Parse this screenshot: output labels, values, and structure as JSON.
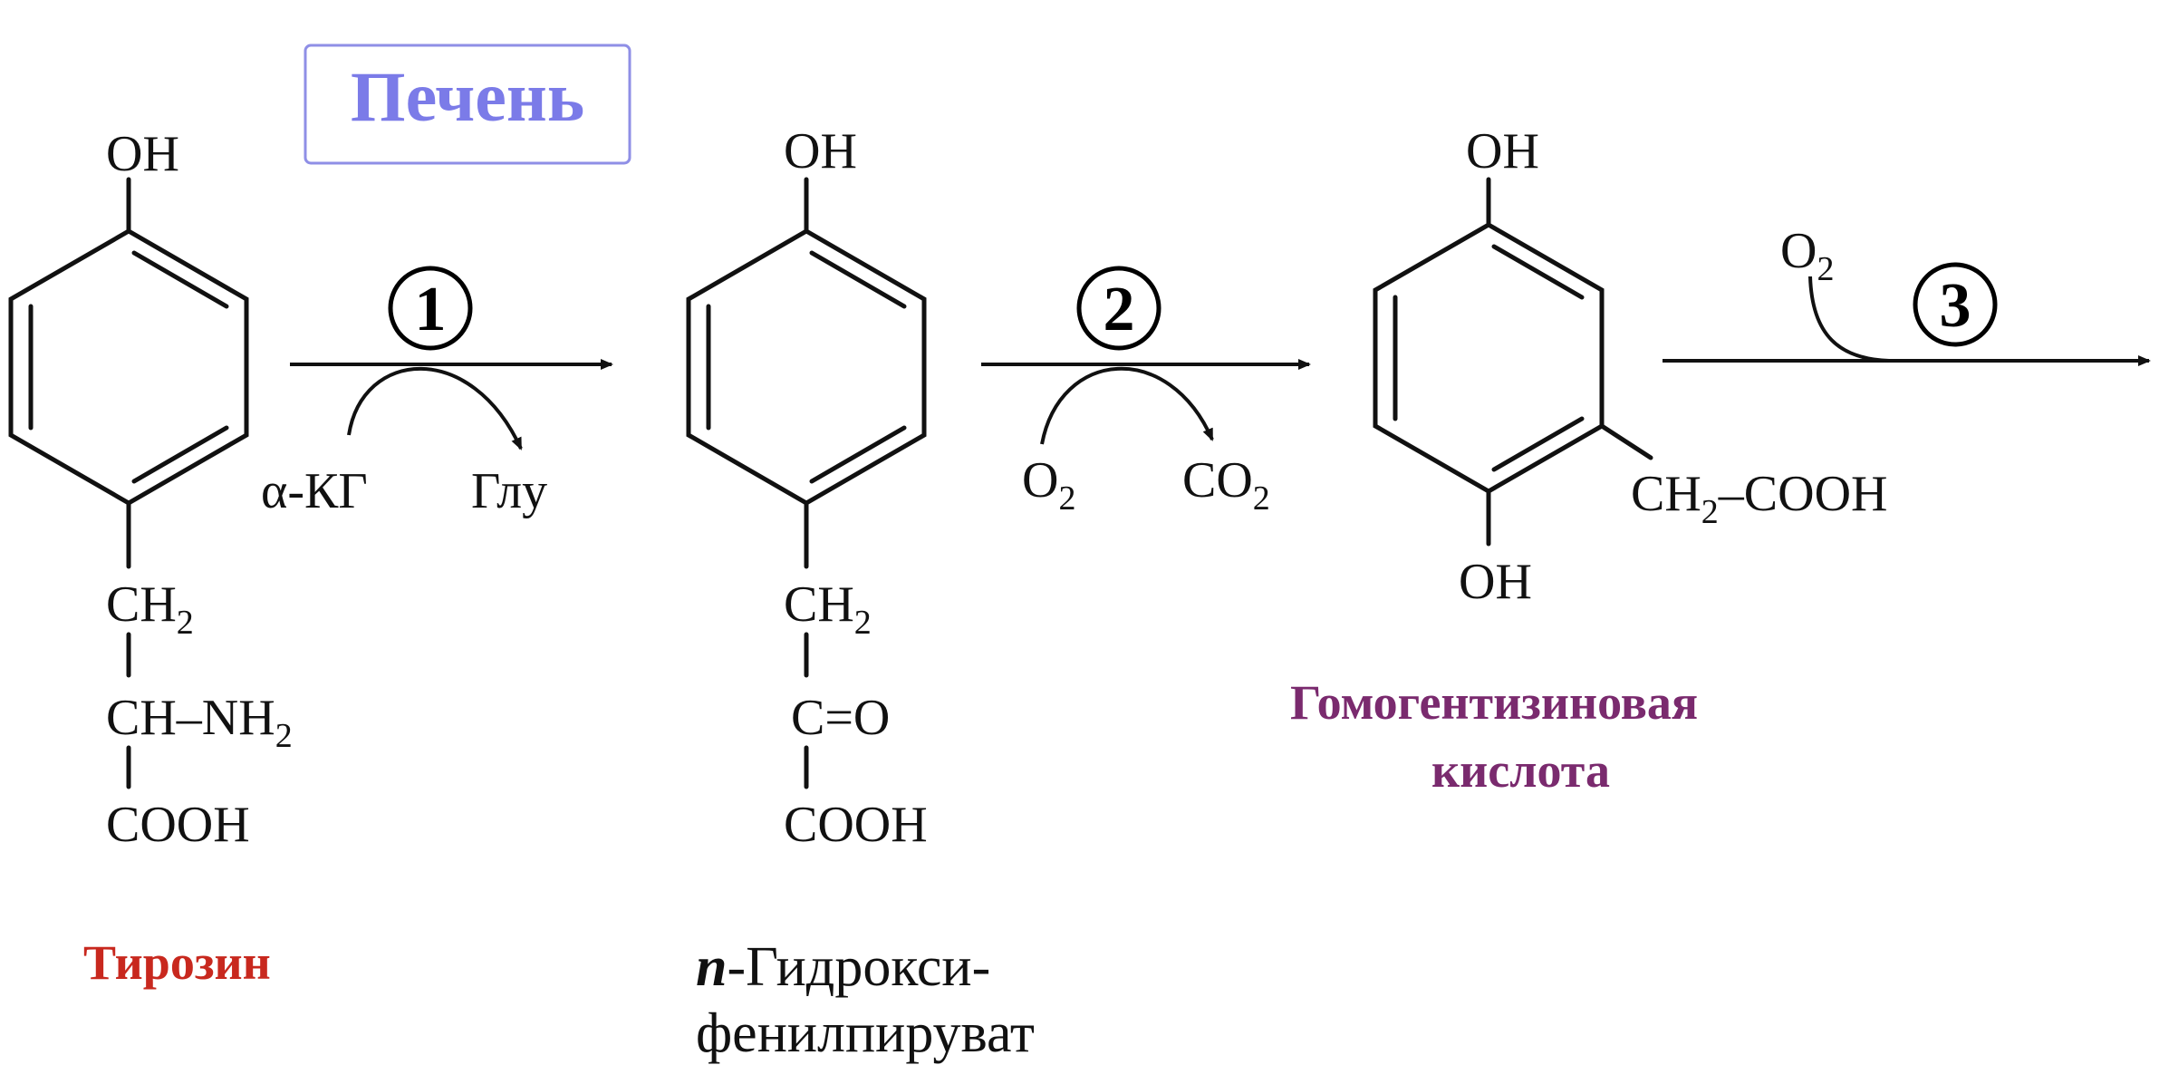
{
  "organ_label": "Печень",
  "steps": [
    "1",
    "2",
    "3"
  ],
  "reagents": {
    "step1_in": "α-КГ",
    "step1_out": "Глу",
    "step2_in": "O",
    "step2_in_sub": "2",
    "step2_out": "CO",
    "step2_out_sub": "2",
    "step3_in": "O",
    "step3_in_sub": "2"
  },
  "tyrosine": {
    "oh": "OH",
    "ch2": "CH",
    "ch2_sub": "2",
    "ch_nh2": "CH–NH",
    "nh2_sub": "2",
    "cooh": "COOH",
    "name": "Тирозин"
  },
  "hpp": {
    "oh": "OH",
    "ch2": "CH",
    "ch2_sub": "2",
    "co": "C=O",
    "cooh": "COOH",
    "name_prefix": "п",
    "name_line1": "-Гидрокси-",
    "name_line2": "фенилпируват"
  },
  "hga": {
    "oh_top": "OH",
    "oh_bottom": "OH",
    "side_chain": "CH",
    "side_sub": "2",
    "side_rest": "–COOH",
    "name_line1": "Гомогентизиновая",
    "name_line2": "кислота"
  },
  "colors": {
    "organ": "#7b7be8",
    "tyrosine": "#c8281e",
    "hga": "#7a2a6e",
    "ink": "#111111"
  }
}
